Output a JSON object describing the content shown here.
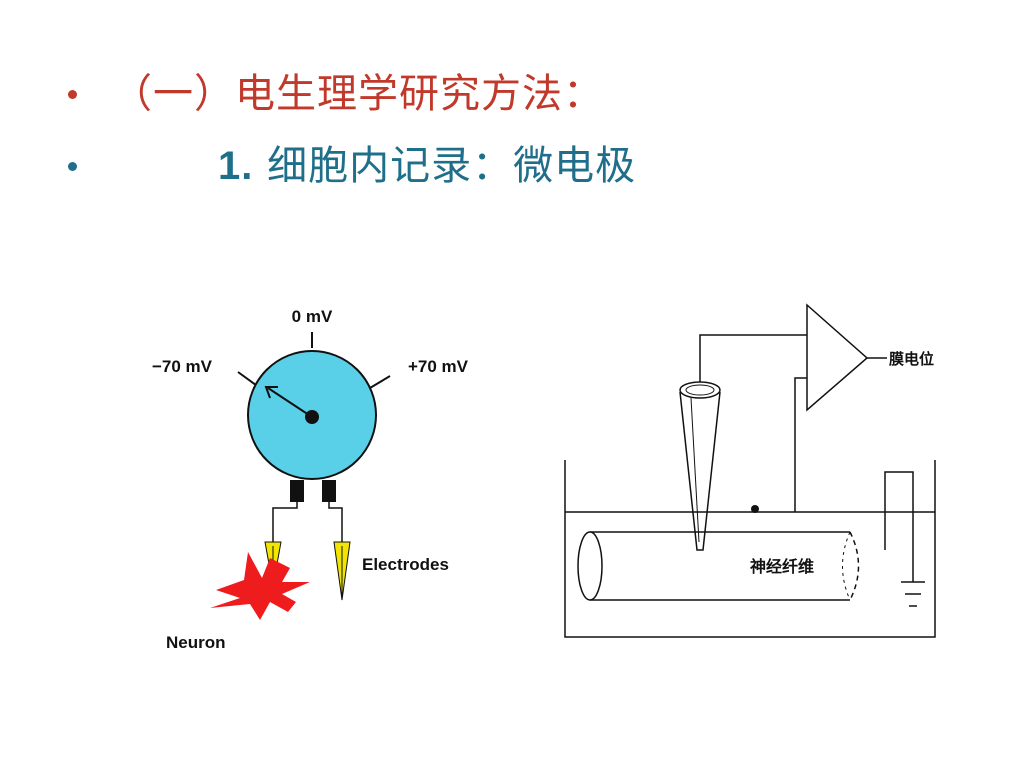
{
  "slide": {
    "heading_1": "（一）电生理学研究方法：",
    "heading_2_number": "1.",
    "heading_2_text": " 细胞内记录：微电极",
    "colors": {
      "heading_1": "#c0392b",
      "heading_2": "#1f6f8b",
      "meter": "#5ad0e8",
      "neuron": "#ee1c1c",
      "electrode": "#f2e600"
    }
  },
  "left_diagram": {
    "label_zero": "0 mV",
    "label_neg": "−70 mV",
    "label_pos": "+70 mV",
    "label_electrodes": "Electrodes",
    "label_neuron": "Neuron"
  },
  "right_diagram": {
    "label_output": "膜电位",
    "label_fiber": "神经纤维"
  }
}
